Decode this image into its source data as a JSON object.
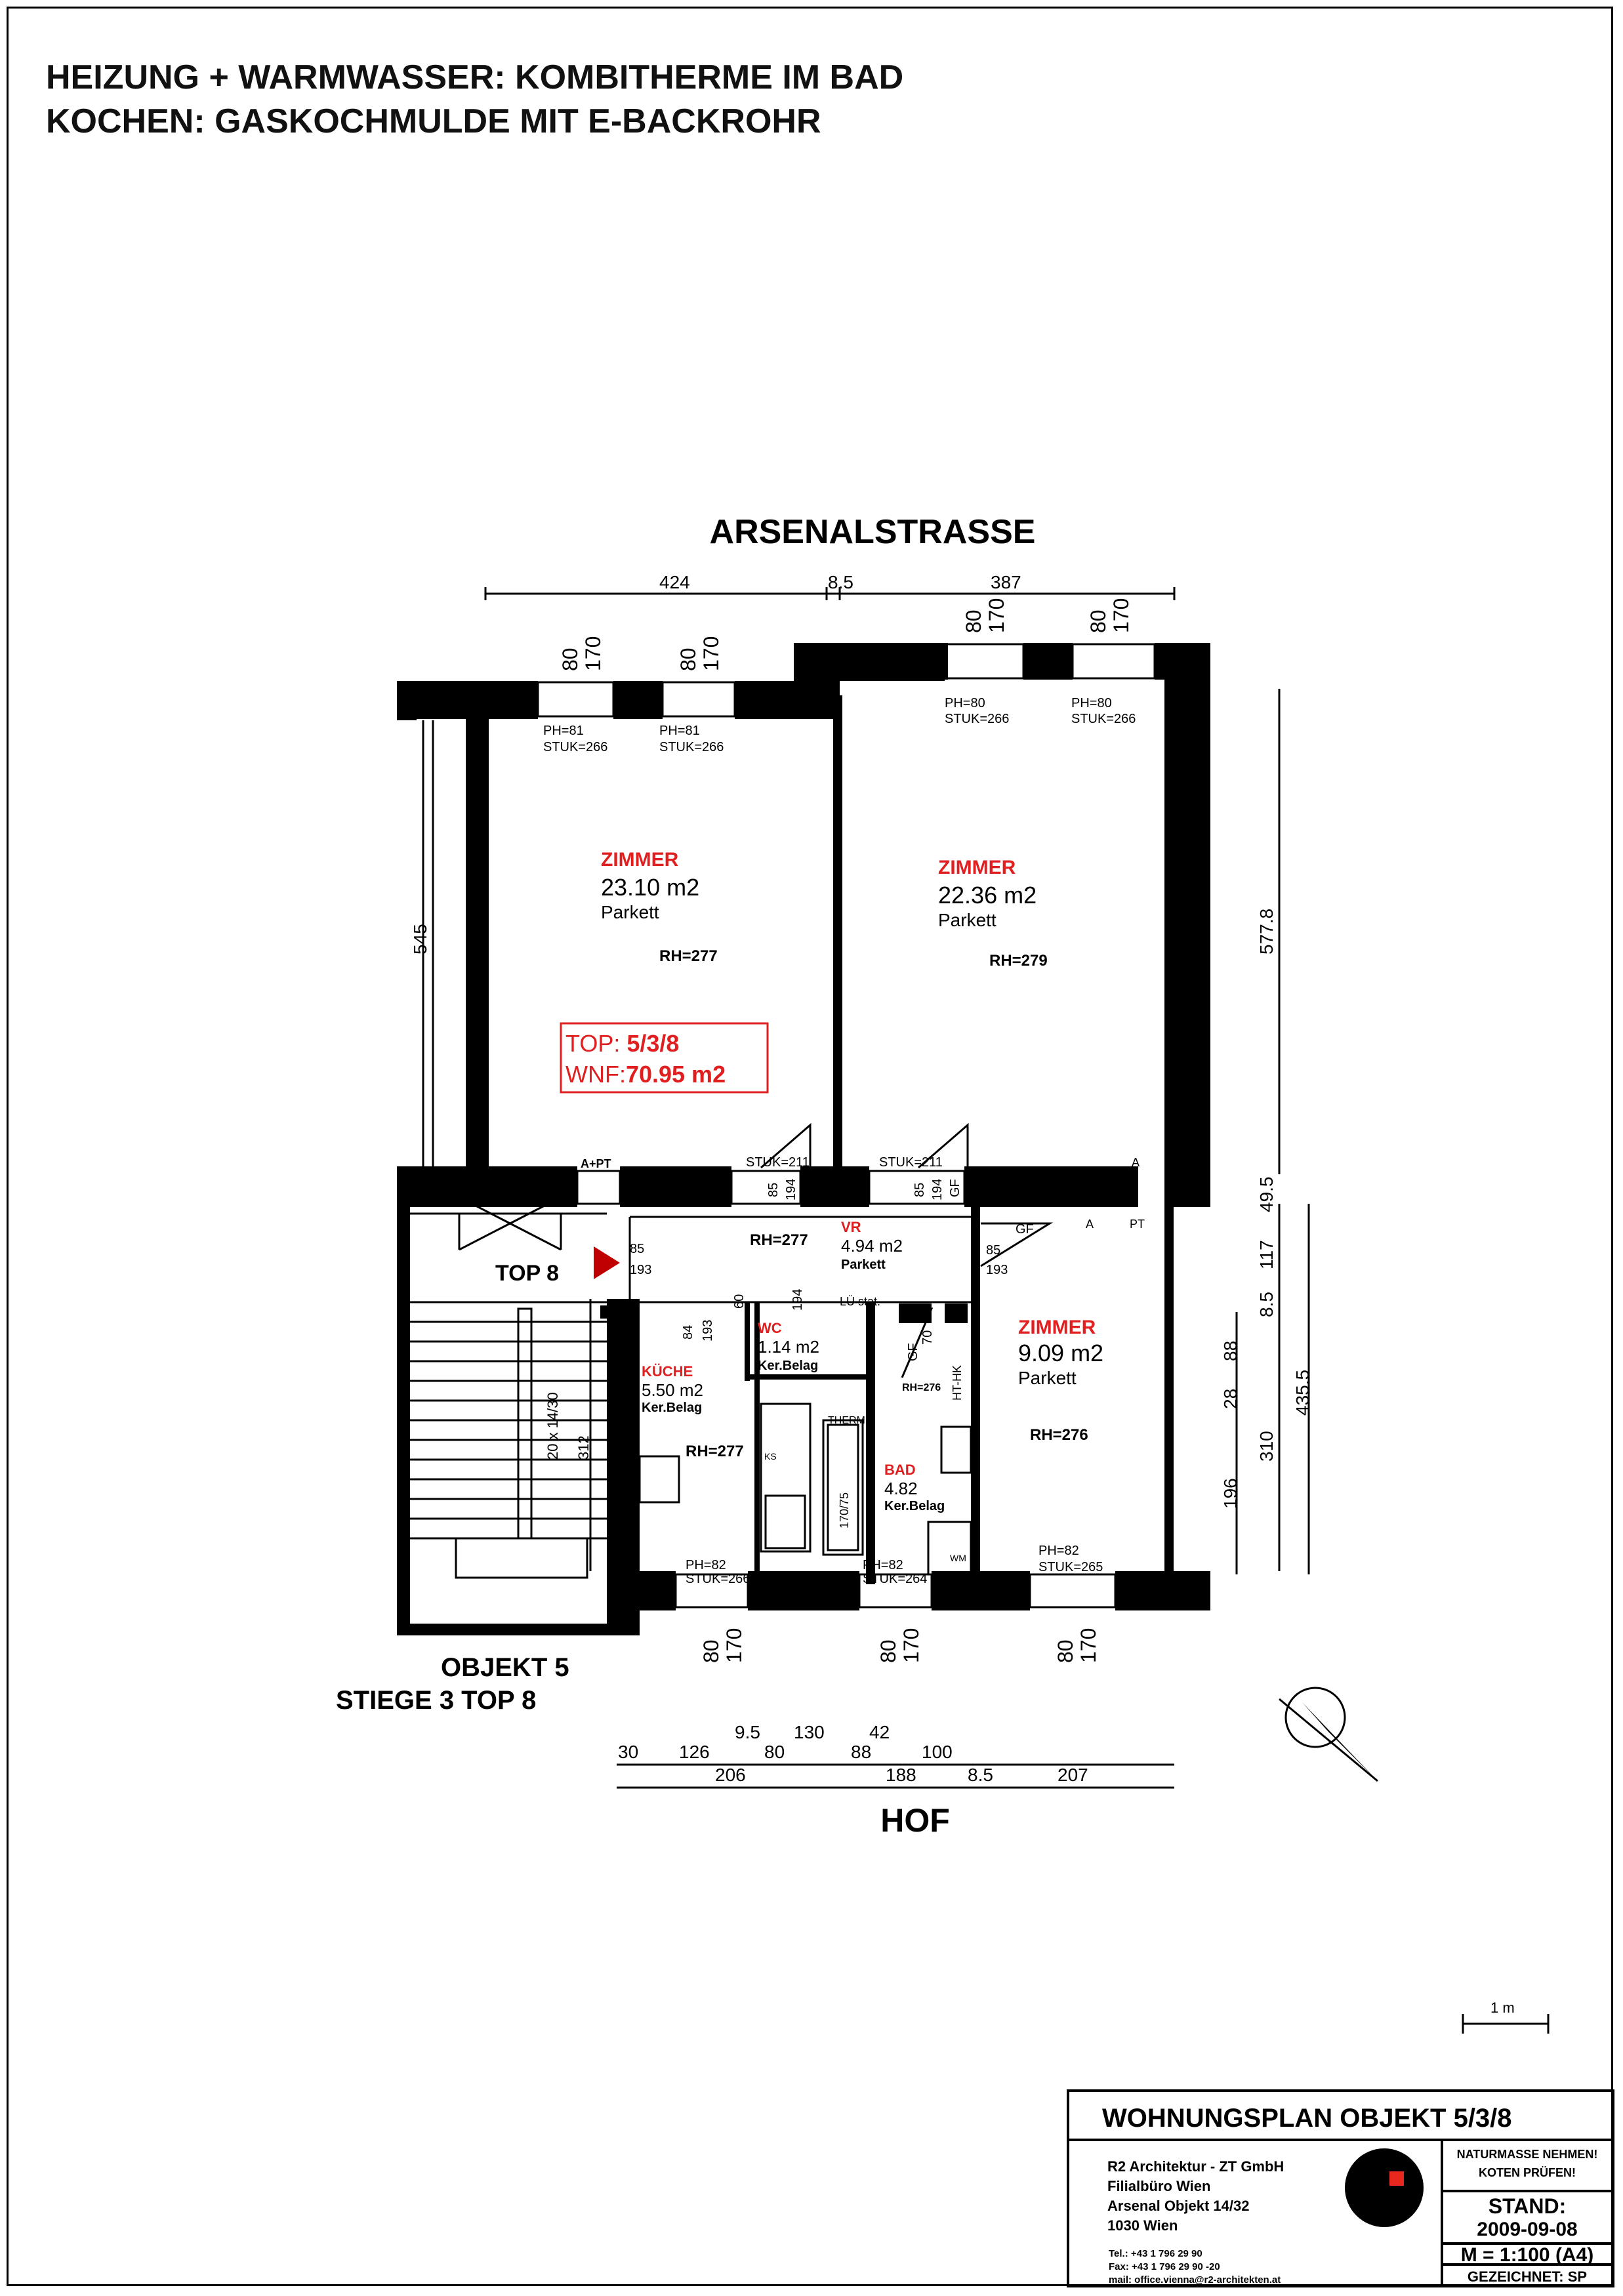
{
  "header": {
    "line1": "HEIZUNG + WARMWASSER:   KOMBITHERME IM BAD",
    "line2": "KOCHEN: GASKOCHMULDE MIT E-BACKROHR"
  },
  "plan": {
    "street": "ARSENALSTRASSE",
    "court": "HOF",
    "top_marker": "TOP 8",
    "object_label": "OBJEKT 5",
    "stair_label": "STIEGE 3 TOP 8",
    "stair_spec": "20 x 14/30",
    "stair_dim": "312",
    "top_box": {
      "top_prefix": "TOP: ",
      "top_value": "5/3/8",
      "wnf_prefix": "WNF:",
      "wnf_value": "70.95 m2"
    },
    "rooms": [
      {
        "name": "ZIMMER",
        "area": "23.10  m2",
        "floor": "Parkett",
        "rh": "RH=277"
      },
      {
        "name": "ZIMMER",
        "area": "22.36  m2",
        "floor": "Parkett",
        "rh": "RH=279"
      },
      {
        "name": "VR",
        "area": "4.94  m2",
        "floor": "Parkett",
        "rh": "RH=277"
      },
      {
        "name": "WC",
        "area": "1.14  m2",
        "floor": "Ker.Belag",
        "rh": ""
      },
      {
        "name": "KÜCHE",
        "area": "5.50  m2",
        "floor": "Ker.Belag",
        "rh": "RH=277"
      },
      {
        "name": "BAD",
        "area": "4.82",
        "floor": "Ker.Belag",
        "rh": "RH=276"
      },
      {
        "name": "ZIMMER",
        "area": "9.09  m2",
        "floor": "Parkett",
        "rh": "RH=276"
      }
    ],
    "windows": [
      {
        "w": "80",
        "h": "170",
        "ph": "PH=81",
        "stuk": "STUK=266"
      },
      {
        "w": "80",
        "h": "170",
        "ph": "PH=81",
        "stuk": "STUK=266"
      },
      {
        "w": "80",
        "h": "170",
        "ph": "PH=80",
        "stuk": "STUK=266"
      },
      {
        "w": "80",
        "h": "170",
        "ph": "PH=80",
        "stuk": "STUK=266"
      },
      {
        "w": "80",
        "h": "170",
        "ph": "PH=82",
        "stuk": "STUK=266"
      },
      {
        "w": "80",
        "h": "170",
        "ph": "PH=82",
        "stuk": "STUK=264"
      },
      {
        "w": "80",
        "h": "170",
        "ph": "PH=82",
        "stuk": "STUK=265"
      }
    ],
    "doors": [
      {
        "stuk": "STUK=211",
        "w": "85",
        "h": "194",
        "tag": "GF"
      },
      {
        "stuk": "STUK=211",
        "w": "85",
        "h": "194",
        "tag": "GF"
      },
      {
        "w": "85",
        "h": "193"
      },
      {
        "w": "85",
        "h": "193",
        "tag": "GF"
      },
      {
        "w": "84",
        "h": "193"
      },
      {
        "w": "60",
        "h": "194"
      },
      {
        "w": "70",
        "h": "",
        "tag": "GF"
      }
    ],
    "misc_labels": {
      "a_pt": "A+PT",
      "a": "A",
      "pt": "PT",
      "lue": "LÜ stat.",
      "therme": "THERME",
      "ht_hk": "HT-HK",
      "ks": "KS",
      "bath": "170/75",
      "wm": "WM"
    },
    "dims_top": [
      "424",
      "8.5",
      "387"
    ],
    "dims_right": [
      "577.8",
      "49.5",
      "117",
      "8.5",
      "88",
      "28",
      "310",
      "196",
      "435.5"
    ],
    "dims_left": [
      "545"
    ],
    "dims_bottom_row1": [
      "30",
      "126",
      "9.5",
      "80",
      "130",
      "88",
      "42",
      "100"
    ],
    "dims_bottom_row2": [
      "206",
      "188",
      "8.5",
      "207"
    ],
    "scale_label": "1 m"
  },
  "title_block": {
    "title": "WOHNUNGSPLAN OBJEKT 5/3/8",
    "company": "R2 Architektur - ZT GmbH",
    "office": "Filialbüro Wien",
    "address1": "Arsenal Objekt 14/32",
    "address2": "1030 Wien",
    "tel": "Tel.: +43 1 796 29 90",
    "fax": "Fax: +43 1 796 29 90 -20",
    "mail": "mail: office.vienna@r2-architekten.at",
    "note_line1": "NATURMASSE NEHMEN!",
    "note_line2": "KOTEN PRÜFEN!",
    "stand_label": "STAND:",
    "stand_date": "2009-09-08",
    "scale": "M = 1:100 (A4)",
    "drawn": "GEZEICHNET: SP"
  },
  "colors": {
    "wall": "#000000",
    "label_red": "#e02020",
    "logo_red": "#e8281e"
  }
}
